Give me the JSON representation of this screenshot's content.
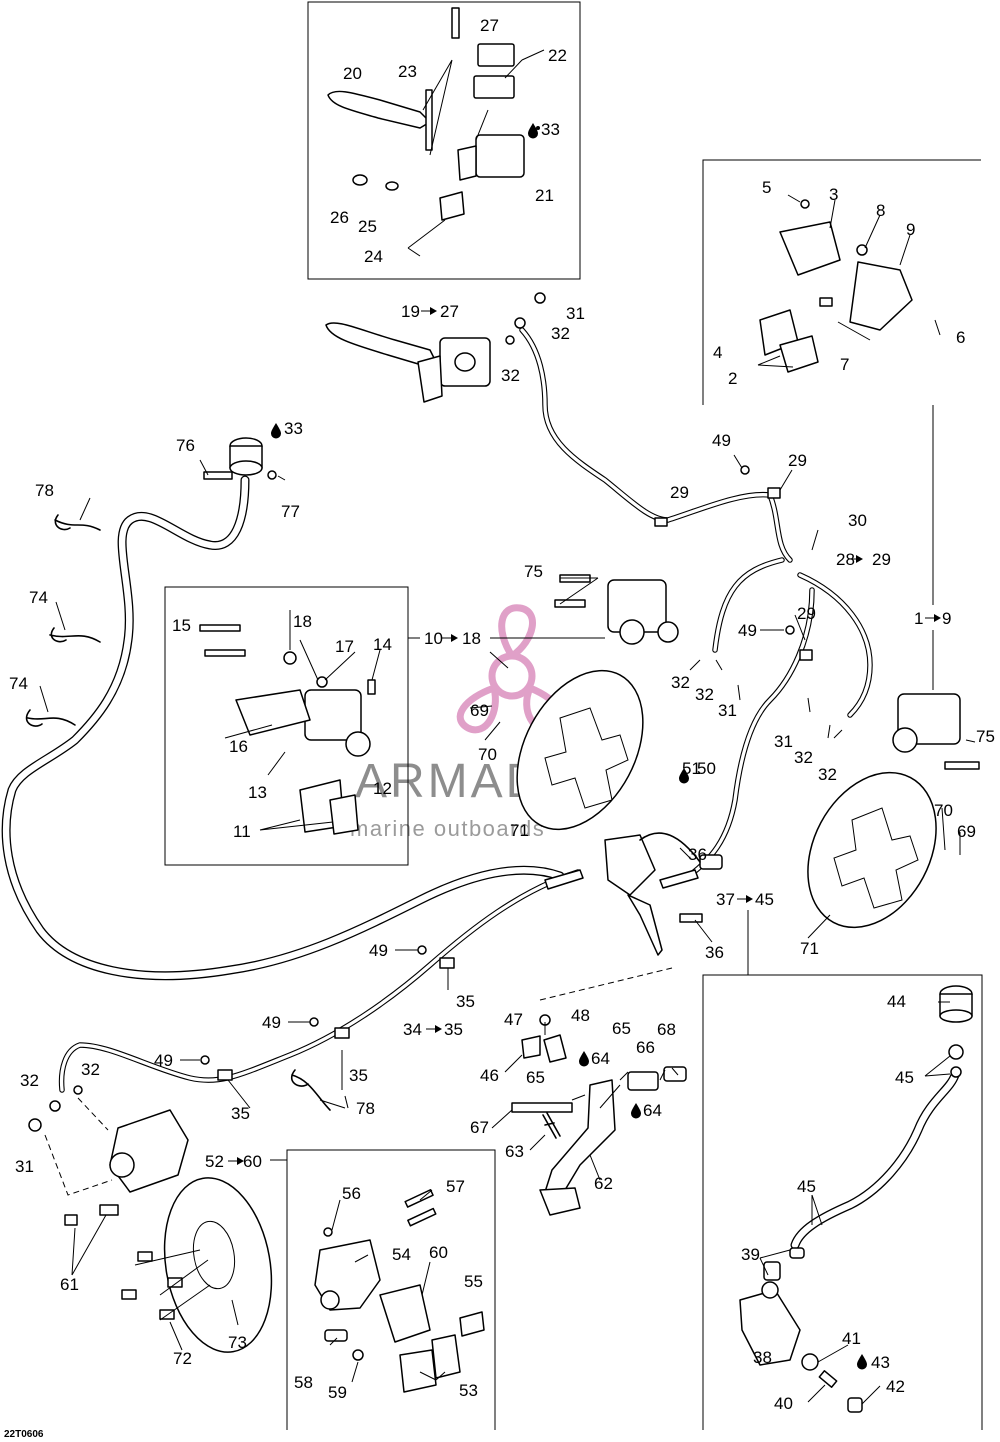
{
  "drawing_code": "22T0606",
  "watermark": {
    "brand": "ARMADA",
    "tagline": "marine outboards"
  },
  "callouts": {
    "n1": "1",
    "n2": "2",
    "n3": "3",
    "n4": "4",
    "n5": "5",
    "n6": "6",
    "n7": "7",
    "n8": "8",
    "n9": "9",
    "n11": "11",
    "n12": "12",
    "n13": "13",
    "n14": "14",
    "n15": "15",
    "n16": "16",
    "n17": "17",
    "n18": "18",
    "n20": "20",
    "n21": "21",
    "n22": "22",
    "n23": "23",
    "n24": "24",
    "n25": "25",
    "n26": "26",
    "n27": "27",
    "n29a": "29",
    "n29b": "29",
    "n29c": "29",
    "n30": "30",
    "n31a": "31",
    "n31b": "31",
    "n31c": "31",
    "n31d": "31",
    "n32a": "32",
    "n32b": "32",
    "n32c": "32",
    "n32d": "32",
    "n32e": "32",
    "n32f": "32",
    "n32g": "32",
    "n32h": "32",
    "n33a": "33",
    "n33b": "33",
    "n35a": "35",
    "n35b": "35",
    "n35c": "35",
    "n36a": "36",
    "n36b": "36",
    "n38": "38",
    "n39": "39",
    "n40": "40",
    "n41": "41",
    "n42": "42",
    "n43": "43",
    "n44": "44",
    "n45a": "45",
    "n45b": "45",
    "n46": "46",
    "n47": "47",
    "n48": "48",
    "n49a": "49",
    "n49b": "49",
    "n49c": "49",
    "n49d": "49",
    "n49e": "49",
    "n50": "50",
    "n51": "51",
    "n53": "53",
    "n54": "54",
    "n55": "55",
    "n56": "56",
    "n57": "57",
    "n58": "58",
    "n59": "59",
    "n60": "60",
    "n61": "61",
    "n62": "62",
    "n63": "63",
    "n64a": "64",
    "n64b": "64",
    "n65a": "65",
    "n65b": "65",
    "n66": "66",
    "n67": "67",
    "n68": "68",
    "n69a": "69",
    "n69b": "69",
    "n70a": "70",
    "n70b": "70",
    "n71a": "71",
    "n71b": "71",
    "n72": "72",
    "n73": "73",
    "n74a": "74",
    "n74b": "74",
    "n75a": "75",
    "n75b": "75",
    "n76": "76",
    "n77": "77",
    "n78a": "78",
    "n78b": "78"
  },
  "ranges": {
    "r19_27": {
      "from": "19",
      "to": "27"
    },
    "r10_18": {
      "from": "10",
      "to": "18"
    },
    "r1_9": {
      "from": "1",
      "to": "9"
    },
    "r28_29": {
      "from": "28",
      "to": "29"
    },
    "r37_45": {
      "from": "37",
      "to": "45"
    },
    "r34_35": {
      "from": "34",
      "to": "35"
    },
    "r52_60": {
      "from": "52",
      "to": "60"
    }
  }
}
